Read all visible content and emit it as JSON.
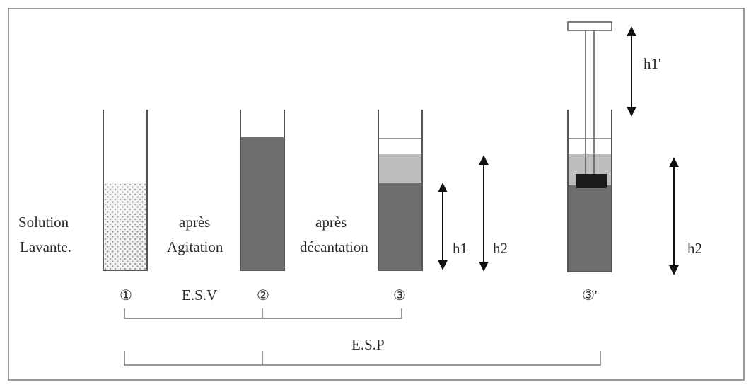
{
  "labels": {
    "solution_line1": "Solution",
    "solution_line2": "Lavante.",
    "agitation_line1": "après",
    "agitation_line2": "Agitation",
    "decantation_line1": "après",
    "decantation_line2": "décantation",
    "h1": "h1",
    "h2_a": "h2",
    "h2_b": "h2",
    "h1_prime": "h1'",
    "step1": "①",
    "step2": "②",
    "step3": "③",
    "step3_prime": "③'",
    "esv": "E.S.V",
    "esp": "E.S.P"
  },
  "colors": {
    "sediment": "#6e6e6e",
    "flocculate": "#bdbdbd",
    "piston": "#1a1a1a",
    "border": "#9a9a9a",
    "dotted_fill": "#ececec"
  }
}
